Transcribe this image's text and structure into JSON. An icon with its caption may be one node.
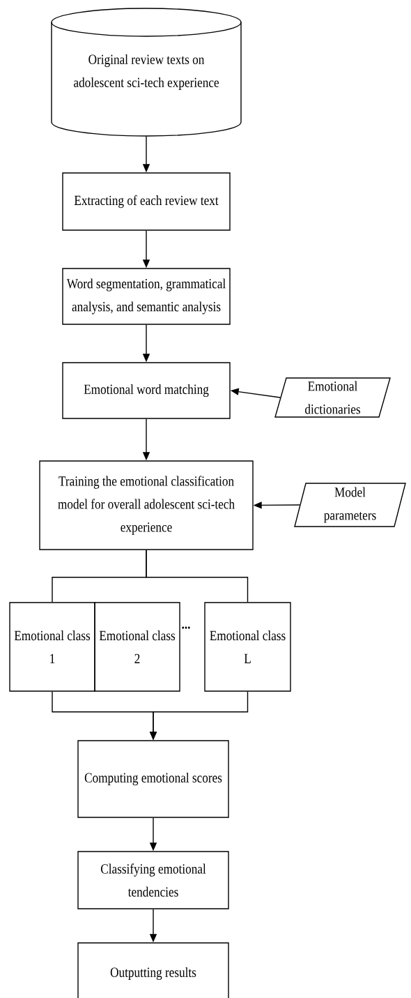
{
  "diagram": {
    "nodes": [
      {
        "text": [
          "Original review texts on adolescent sci-tech experience"
        ]
      },
      {
        "text": [
          "Extracting of each review text"
        ]
      },
      {
        "text": [
          "Word segmentation, grammatical analysis, and semantic analysis"
        ]
      },
      {
        "text": [
          "Emotional word matching"
        ]
      },
      {
        "text": [
          "Emotional dictionaries"
        ]
      },
      {
        "text": [
          "Training the emotional classification model for overall adolescent sci-tech experience"
        ]
      },
      {
        "text": [
          "Model parameters"
        ]
      },
      {
        "text": [
          "Emotional class 1"
        ]
      },
      {
        "text": [
          "Emotional class 2"
        ]
      },
      {
        "text": [
          "Emotional class L"
        ]
      },
      {
        "text": [
          "Computing emotional scores"
        ]
      },
      {
        "text": [
          "Classifying emotional tendencies"
        ]
      },
      {
        "text": [
          "Outputting results"
        ]
      }
    ],
    "edges": [
      {
        "from": 0,
        "to": 1,
        "arrow": "to"
      },
      {
        "from": 1,
        "to": 2,
        "arrow": "to"
      },
      {
        "from": 2,
        "to": 3,
        "arrow": "to"
      },
      {
        "from": 4,
        "to": 3,
        "arrow": "to"
      },
      {
        "from": 3,
        "to": 5,
        "arrow": "to"
      },
      {
        "from": 6,
        "to": 5,
        "arrow": "to"
      },
      {
        "from": 5,
        "to": 7,
        "arrow": "none"
      },
      {
        "from": 5,
        "to": 9,
        "arrow": "none"
      },
      {
        "from": 7,
        "to": 10,
        "arrow": "to"
      },
      {
        "from": 9,
        "to": 10,
        "arrow": "to"
      },
      {
        "from": 10,
        "to": 11,
        "arrow": "to"
      },
      {
        "from": 11,
        "to": 12,
        "arrow": "to"
      }
    ],
    "labels": [
      "..."
    ]
  }
}
